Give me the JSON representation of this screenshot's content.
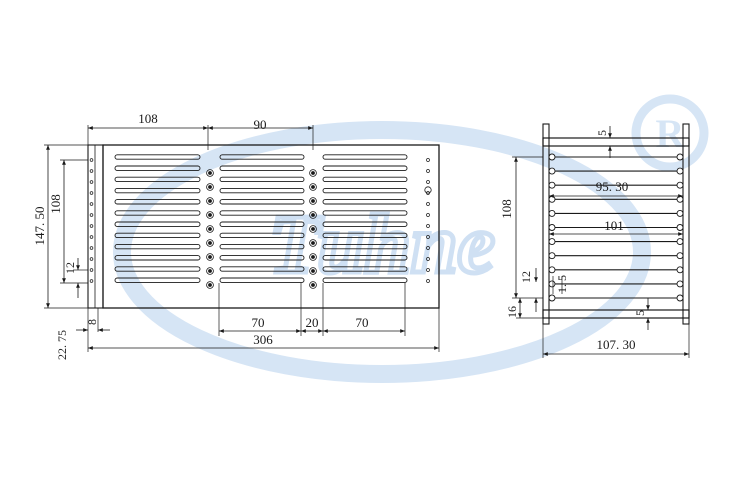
{
  "drawing": {
    "watermark": {
      "text": "Tuhne",
      "mark": "R",
      "color": "#cfe0f3"
    },
    "front_view": {
      "dims": {
        "width_upper_left": "108",
        "width_upper_mid": "90",
        "height_total": "147. 50",
        "height_holes": "108",
        "pitch": "12",
        "bottom_offset": "22. 75",
        "flange": "8",
        "seg_left": "70",
        "seg_gap": "20",
        "seg_right": "70",
        "total_length": "306"
      }
    },
    "side_view": {
      "dims": {
        "top_thk": "5",
        "inner_95": "95. 30",
        "inner_101": "101",
        "height_108": "108",
        "pitch_12": "12",
        "fin_15": "1. 5",
        "bottom_16": "16",
        "bottom_thk": "5",
        "overall_width": "107. 30"
      }
    }
  }
}
